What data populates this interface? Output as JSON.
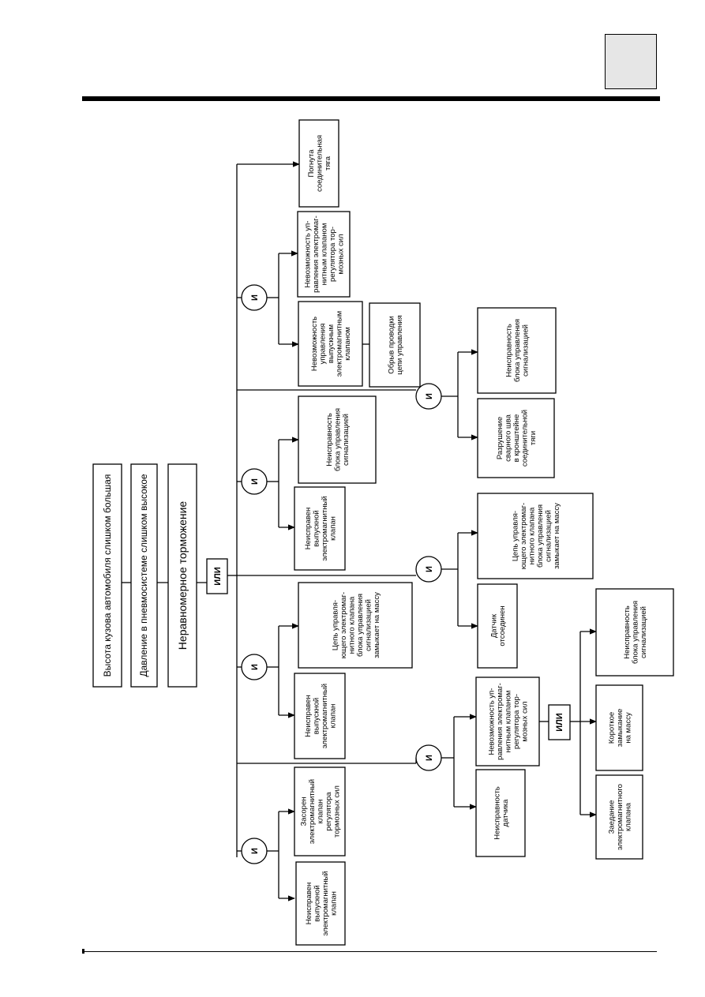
{
  "header": {},
  "top_events": [
    {
      "id": "te1",
      "text": "Высота кузова автомобиля слишком большая"
    },
    {
      "id": "te2",
      "text": "Давление в пневмосистеме слишком высокое"
    },
    {
      "id": "te3",
      "text": "Неравномерное торможение"
    }
  ],
  "gates": [
    {
      "id": "g_or_main",
      "type": "ИЛИ"
    },
    {
      "id": "g_and1",
      "type": "И"
    },
    {
      "id": "g_and2",
      "type": "И"
    },
    {
      "id": "g_and3",
      "type": "И"
    },
    {
      "id": "g_and4",
      "type": "И"
    },
    {
      "id": "g_and5",
      "type": "И"
    },
    {
      "id": "g_and6",
      "type": "И"
    },
    {
      "id": "g_and7",
      "type": "И"
    },
    {
      "id": "g_or2",
      "type": "ИЛИ"
    }
  ],
  "events": [
    {
      "id": "e1",
      "lines": [
        "Неисправен",
        "выпускной",
        "электромагнитный",
        "клапан"
      ]
    },
    {
      "id": "e2",
      "lines": [
        "Засорен",
        "электромагнитный",
        "клапан",
        "регулятора",
        "тормозных сил"
      ]
    },
    {
      "id": "e3",
      "lines": [
        "Неисправен",
        "выпускной",
        "электромагнитный",
        "клапан"
      ]
    },
    {
      "id": "e4",
      "lines": [
        "Цепь управля-",
        "ющего электромаг-",
        "нитного клапана",
        "блока управления",
        "сигнализацией",
        "замыкает на массу"
      ]
    },
    {
      "id": "e5",
      "lines": [
        "Неисправен",
        "выпускной",
        "электромагнитный",
        "клапан"
      ]
    },
    {
      "id": "e6",
      "lines": [
        "Неисправность",
        "блока управления",
        "сигнализацией"
      ]
    },
    {
      "id": "e7",
      "lines": [
        "Невозможность",
        "управления",
        "выпускным",
        "электромагнитным",
        "клапаном"
      ]
    },
    {
      "id": "e8",
      "lines": [
        "Невозможность уп-",
        "равления электромаг-",
        "нитным клапаном",
        "регулятора тор-",
        "мозных сил"
      ]
    },
    {
      "id": "e9",
      "lines": [
        "Погнута",
        "соединительная",
        "тяга"
      ]
    },
    {
      "id": "e10",
      "lines": [
        "Обрыв проводки",
        "цепи управления"
      ]
    },
    {
      "id": "e11",
      "lines": [
        "Неисправность",
        "датчика"
      ]
    },
    {
      "id": "e12",
      "lines": [
        "Невозможность уп-",
        "равления электромаг-",
        "нитным клапаном",
        "регулятора тор-",
        "мозных сил"
      ]
    },
    {
      "id": "e13",
      "lines": [
        "Датчик",
        "отсоединен"
      ]
    },
    {
      "id": "e14",
      "lines": [
        "Цепь управля-",
        "ющего электромаг-",
        "нитного клапана",
        "блока управления",
        "сигнализацией",
        "замыкает на массу"
      ]
    },
    {
      "id": "e15",
      "lines": [
        "Разрушение",
        "сварного шва",
        "в кронштейне",
        "соединительной",
        "тяги"
      ]
    },
    {
      "id": "e16",
      "lines": [
        "Неисправность",
        "блока управления",
        "сигнализацией"
      ]
    },
    {
      "id": "e17",
      "lines": [
        "Заедание",
        "электромагнитного",
        "клапана"
      ]
    },
    {
      "id": "e18",
      "lines": [
        "Короткое",
        "замыкание",
        "на массу"
      ]
    },
    {
      "id": "e19",
      "lines": [
        "Неисправность",
        "блока управления",
        "сигнализацией"
      ]
    }
  ]
}
